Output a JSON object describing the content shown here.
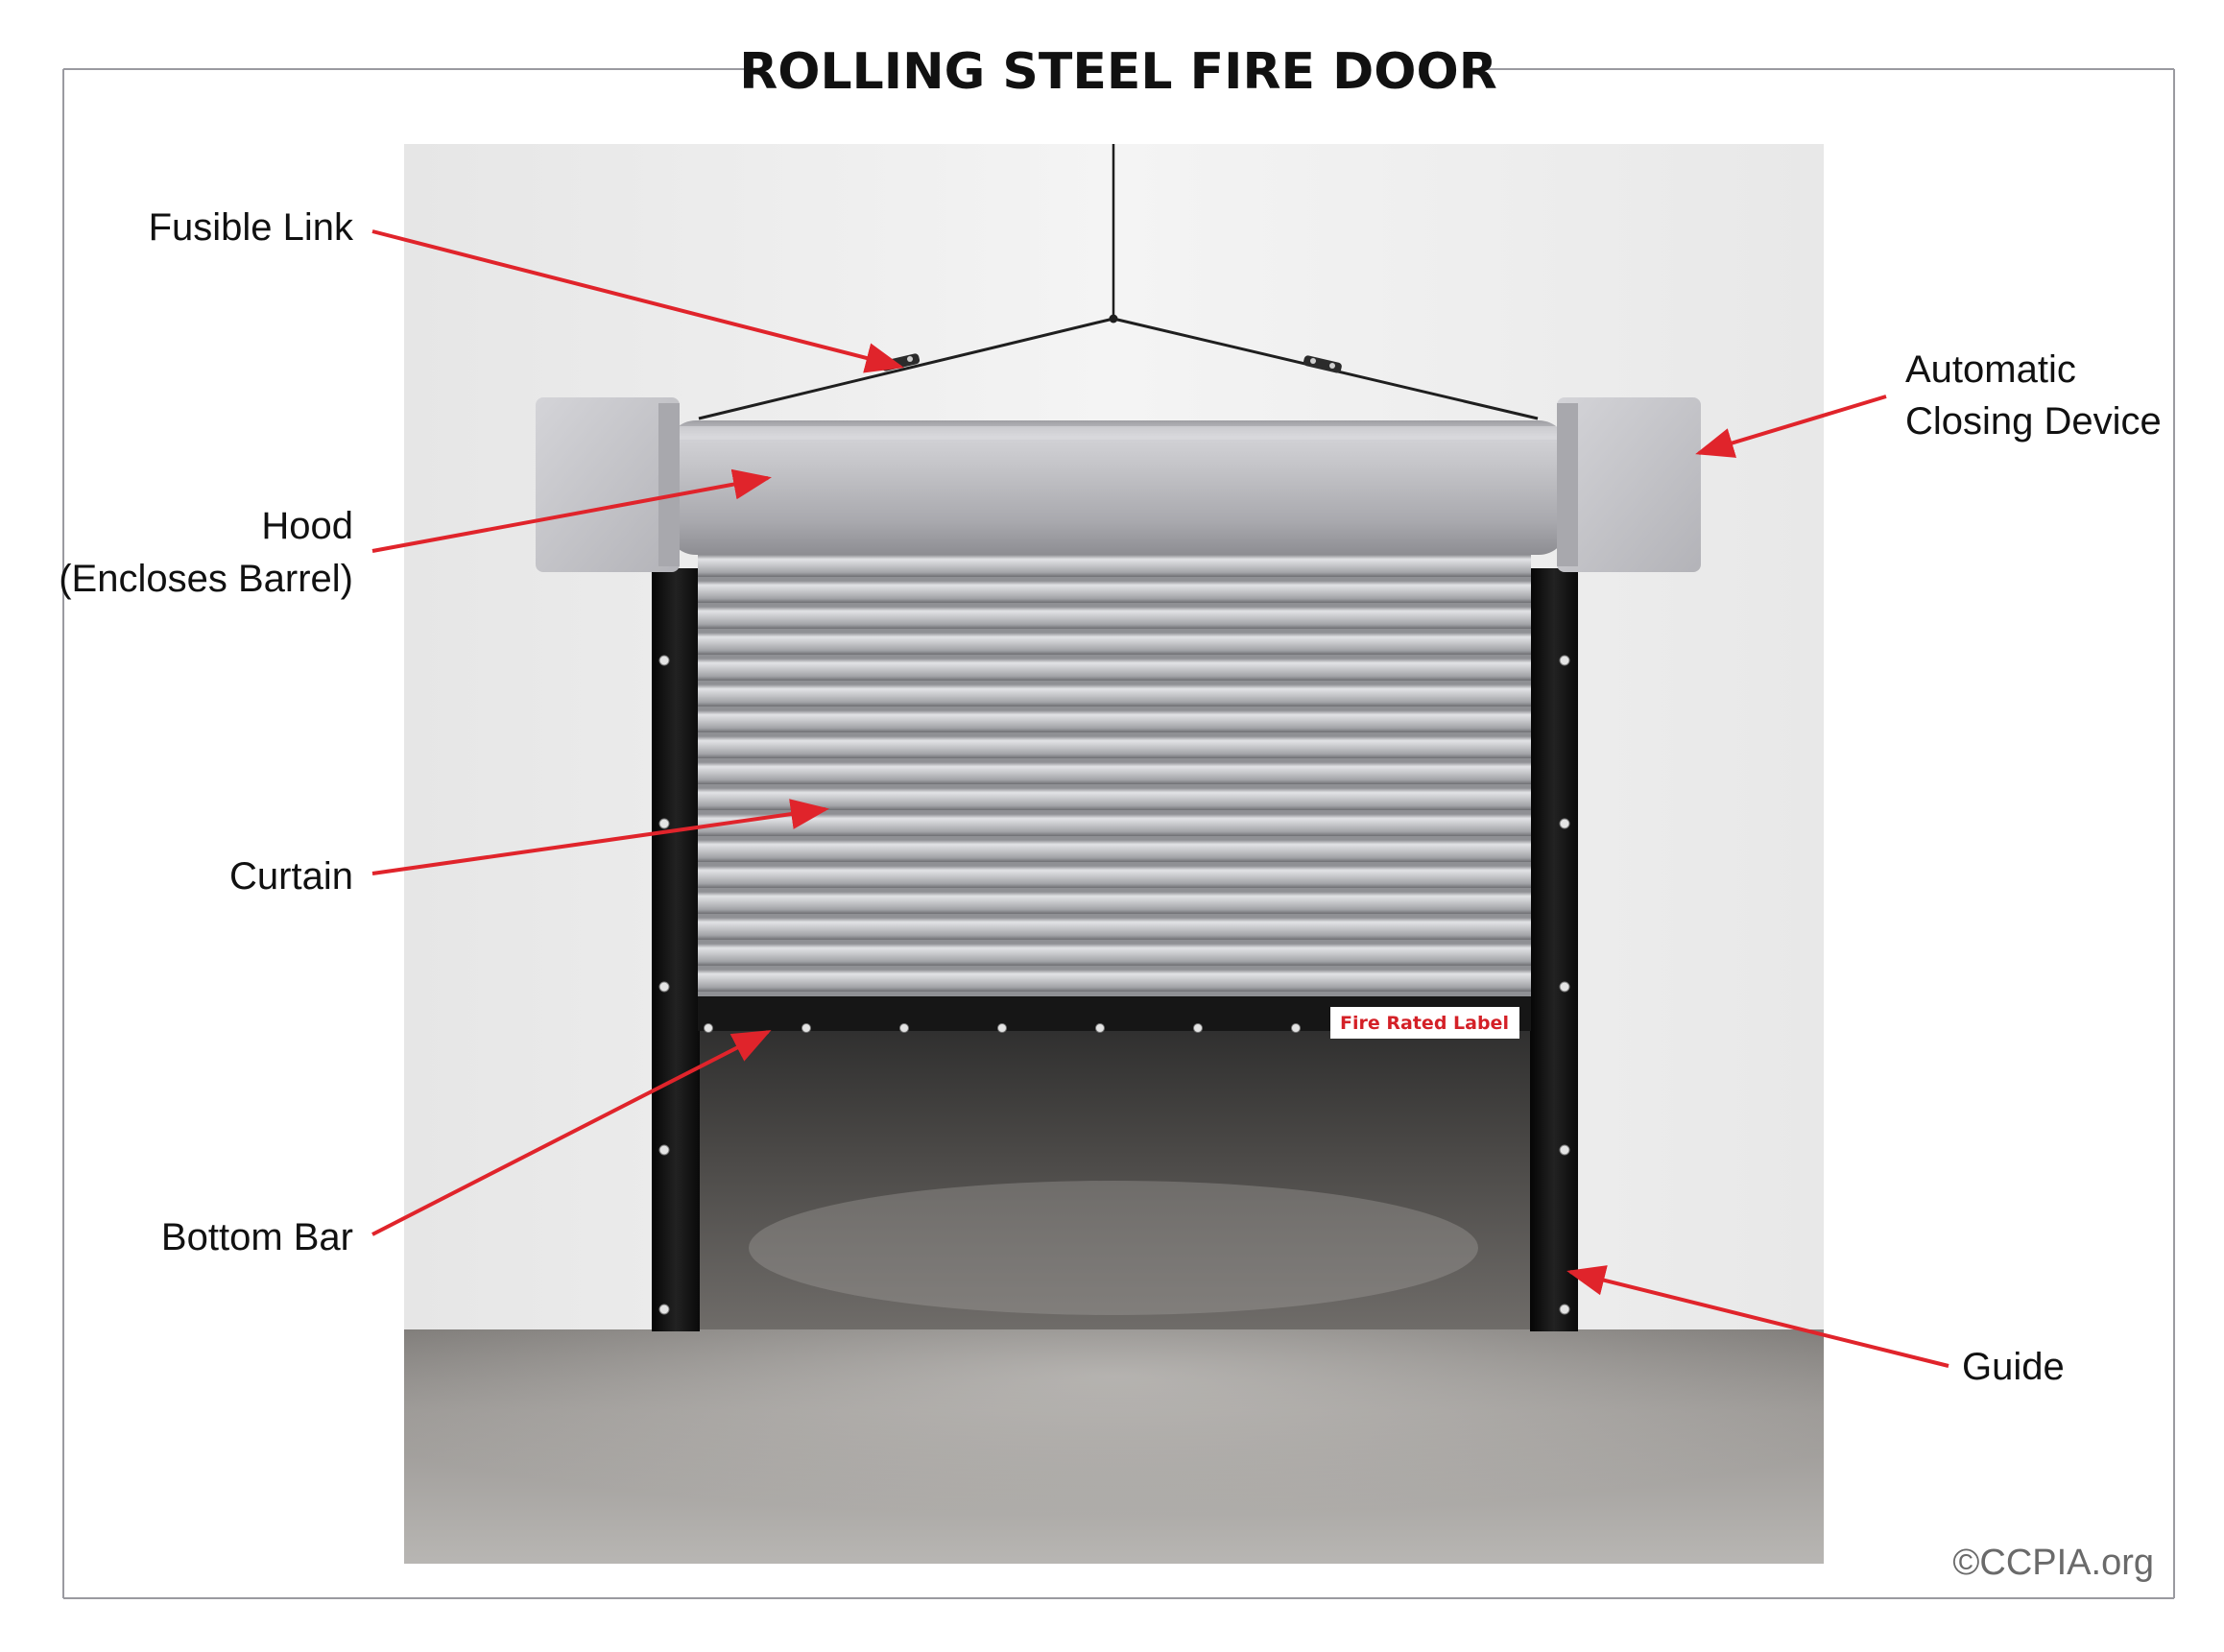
{
  "title": "ROLLING STEEL FIRE DOOR",
  "labels": {
    "fusible_link": "Fusible Link",
    "automatic_closing_line1": "Automatic",
    "automatic_closing_line2": "Closing Device",
    "hood_line1": "Hood",
    "hood_line2": "(Encloses Barrel)",
    "curtain": "Curtain",
    "bottom_bar": "Bottom Bar",
    "guide": "Guide",
    "fire_rated_label": "Fire Rated Label"
  },
  "credit": "©CCPIA.org",
  "colors": {
    "arrow": "#e0242b",
    "frame": "#9a9aa0",
    "guide": "#151515",
    "hood": "#bdbdc2",
    "floor": "#8a8785",
    "wall": "#efefef"
  }
}
